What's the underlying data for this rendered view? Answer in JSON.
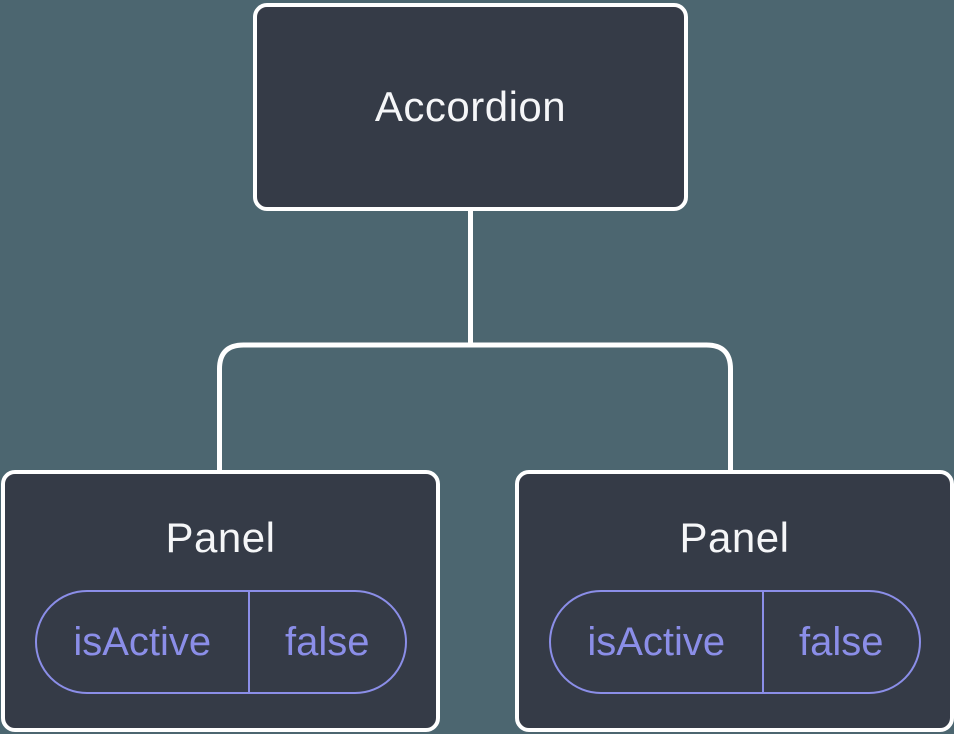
{
  "colors": {
    "background": "#4C6670",
    "node_fill": "#353B47",
    "node_border": "#FFFFFF",
    "accent": "#8B8EE8",
    "title": "#F5F6F8"
  },
  "diagram": {
    "type": "component-tree",
    "root": {
      "label": "Accordion"
    },
    "children": [
      {
        "label": "Panel",
        "state": {
          "key": "isActive",
          "value": "false"
        }
      },
      {
        "label": "Panel",
        "state": {
          "key": "isActive",
          "value": "false"
        }
      }
    ]
  }
}
